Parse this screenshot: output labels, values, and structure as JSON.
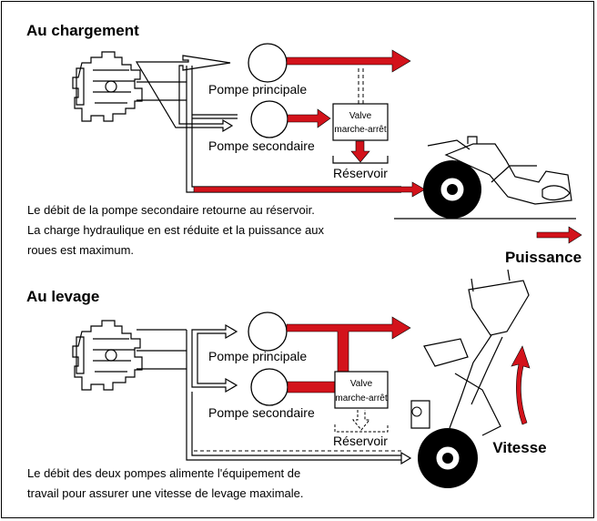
{
  "section_top": {
    "title": "Au chargement",
    "pump_main": "Pompe principale",
    "pump_secondary": "Pompe secondaire",
    "valve_line1": "Valve",
    "valve_line2": "marche-arrêt",
    "reservoir": "Réservoir",
    "description": [
      "Le débit de la pompe secondaire retourne au réservoir.",
      "La charge hydraulique en est réduite et la puissance aux",
      "roues est maximum."
    ],
    "result_label": "Puissance"
  },
  "section_bottom": {
    "title": "Au levage",
    "pump_main": "Pompe principale",
    "pump_secondary": "Pompe secondaire",
    "valve_line1": "Valve",
    "valve_line2": "marche-arrêt",
    "reservoir": "Réservoir",
    "description": [
      "Le débit des deux pompes alimente l'équipement de",
      "travail pour assurer une vitesse de levage maximale."
    ],
    "result_label": "Vitesse"
  },
  "colors": {
    "flow_red": "#d3131b",
    "outline": "#000000",
    "background": "#ffffff"
  },
  "icons": [
    "engine-icon",
    "pump-icon",
    "loader-icon",
    "wheel-icon",
    "arrow-right-icon",
    "curved-arrow-up-icon"
  ]
}
